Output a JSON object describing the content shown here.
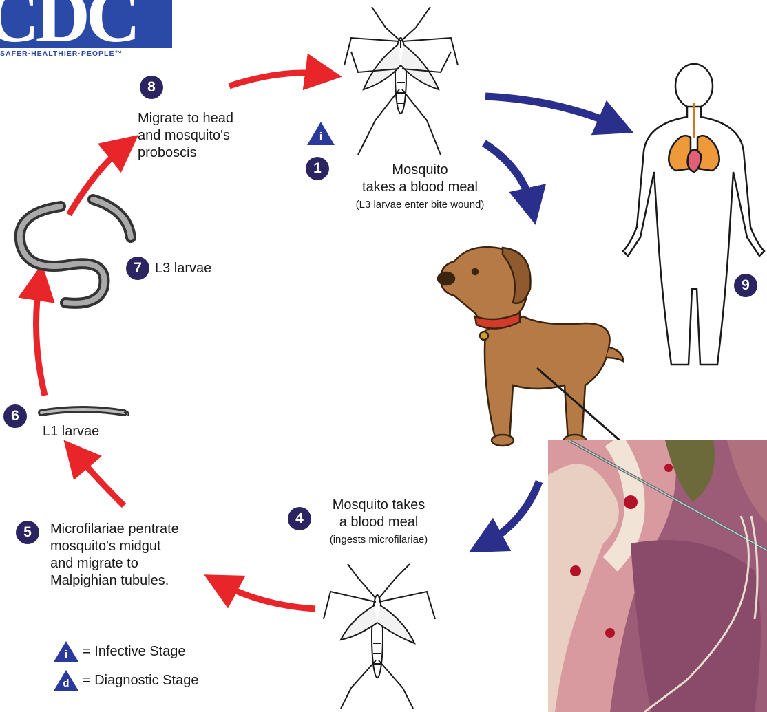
{
  "logo": {
    "letters": "CDC",
    "tagline": "SAFER·HEALTHIER·PEOPLE™"
  },
  "stages": {
    "s1": {
      "num": "1",
      "title_line1": "Mosquito",
      "title_line2": "takes a blood meal",
      "note": "(L3 larvae enter bite wound)"
    },
    "s4": {
      "num": "4",
      "title_line1": "Mosquito takes",
      "title_line2": "a blood meal",
      "note": "(ingests microfilariae)"
    },
    "s5": {
      "num": "5",
      "lines": [
        "Microfilariae pentrate",
        "mosquito's midgut",
        "and migrate to",
        "Malpighian tubules."
      ]
    },
    "s6": {
      "num": "6",
      "label": "L1 larvae"
    },
    "s7": {
      "num": "7",
      "label": "L3 larvae"
    },
    "s8": {
      "num": "8",
      "lines": [
        "Migrate to head",
        "and mosquito's",
        "proboscis"
      ]
    },
    "s9": {
      "num": "9"
    }
  },
  "infective_marker": "i",
  "legend": {
    "infective": {
      "symbol": "i",
      "text": "= Infective Stage"
    },
    "diagnostic": {
      "symbol": "d",
      "text": "= Diagnostic Stage"
    }
  },
  "colors": {
    "red_arrow": "#e8262a",
    "blue_arrow": "#2b2f8c",
    "stage_circle": "#2a2460",
    "dog_fur": "#b57a45",
    "collar": "#d43a2a",
    "lung": "#ee9a3a"
  }
}
